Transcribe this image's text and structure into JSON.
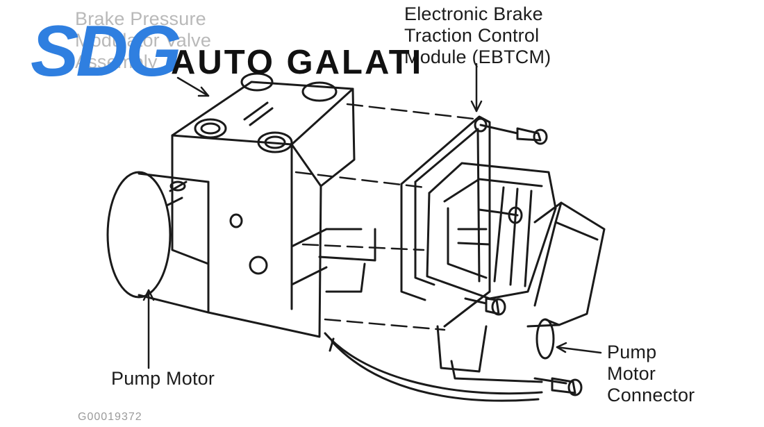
{
  "labels": {
    "brake_pressure": [
      "Brake Pressure",
      "Modulator Valve",
      "Assembly"
    ],
    "ebtcm": [
      "Electronic Brake",
      "Traction Control",
      "Module (EBTCM)"
    ],
    "pump_motor": "Pump Motor",
    "pump_motor_connector": [
      "Pump",
      "Motor",
      "Connector"
    ]
  },
  "watermark": {
    "brand_mark": "SDG",
    "brand_name": "AUTO GALATI",
    "brand_color": "#2f7fe0"
  },
  "figure_code": "G00019372"
}
